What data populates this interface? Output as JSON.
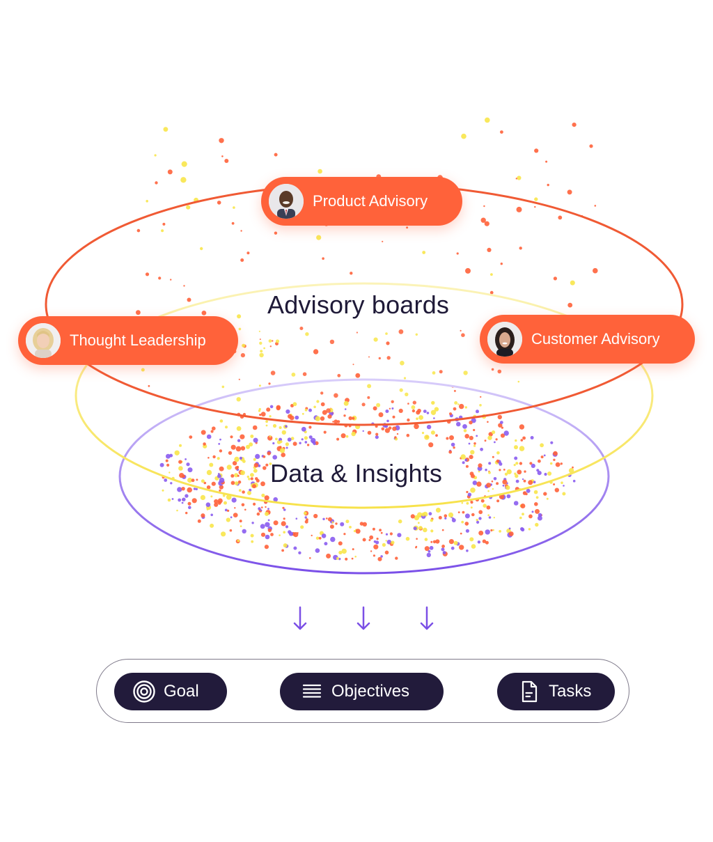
{
  "diagram": {
    "advisory_title": "Advisory boards",
    "data_title": "Data & Insights"
  },
  "advisors": [
    {
      "label": "Product Advisory",
      "avatar": "person-avatar-man"
    },
    {
      "label": "Thought Leadership",
      "avatar": "person-avatar-blonde-woman"
    },
    {
      "label": "Customer Advisory",
      "avatar": "person-avatar-dark-haired-woman"
    }
  ],
  "outputs": [
    {
      "label": "Goal",
      "icon": "target-icon"
    },
    {
      "label": "Objectives",
      "icon": "list-icon"
    },
    {
      "label": "Tasks",
      "icon": "document-icon"
    }
  ],
  "colors": {
    "orange": "#ff623a",
    "yellow": "#f8e64a",
    "purple": "#8a5cf0",
    "navy": "#221b3b"
  }
}
